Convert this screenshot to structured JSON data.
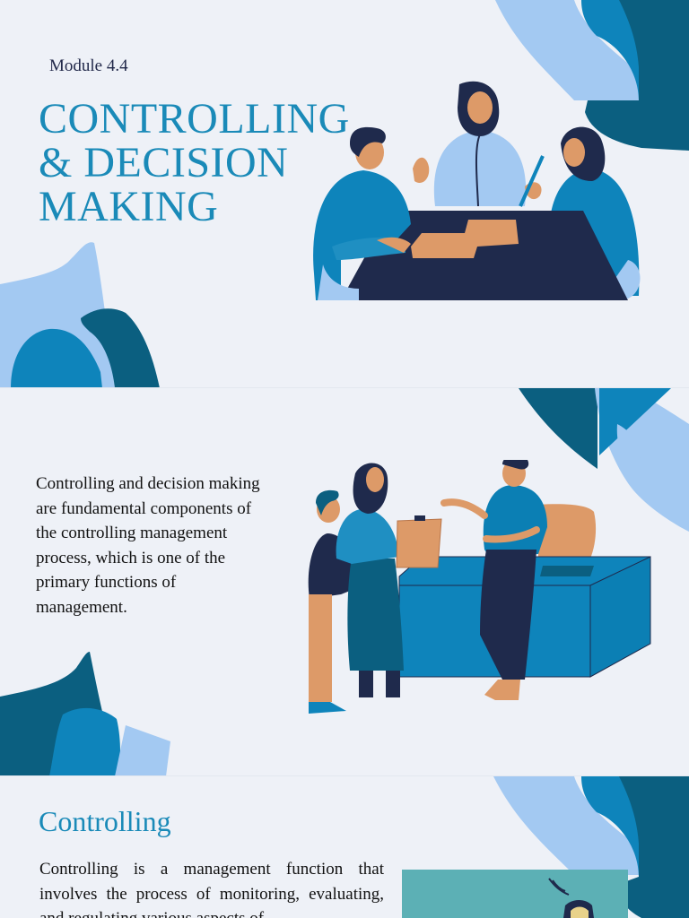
{
  "slide1": {
    "module_label": "Module 4.4",
    "title_lines": [
      "CONTROLLING",
      "& DECISION",
      "MAKING"
    ]
  },
  "slide2": {
    "intro_text": "Controlling and decision making are fundamental components of the controlling management process, which is one of the primary functions of management."
  },
  "slide3": {
    "heading": "Controlling",
    "body_text": "Controlling is a management function that involves the process of monitoring, evaluating, and regulating various aspects of"
  },
  "colors": {
    "background": "#eef1f7",
    "title_blue": "#1a8ab8",
    "light_blue": "#a3c9f2",
    "mid_blue": "#0e84bb",
    "dark_teal": "#0b5f80",
    "navy": "#1f2a4c",
    "tan": "#dd9a68"
  },
  "icons": [
    "meeting-illustration",
    "office-desk-illustration",
    "phone-illustration",
    "decorative-blob"
  ]
}
